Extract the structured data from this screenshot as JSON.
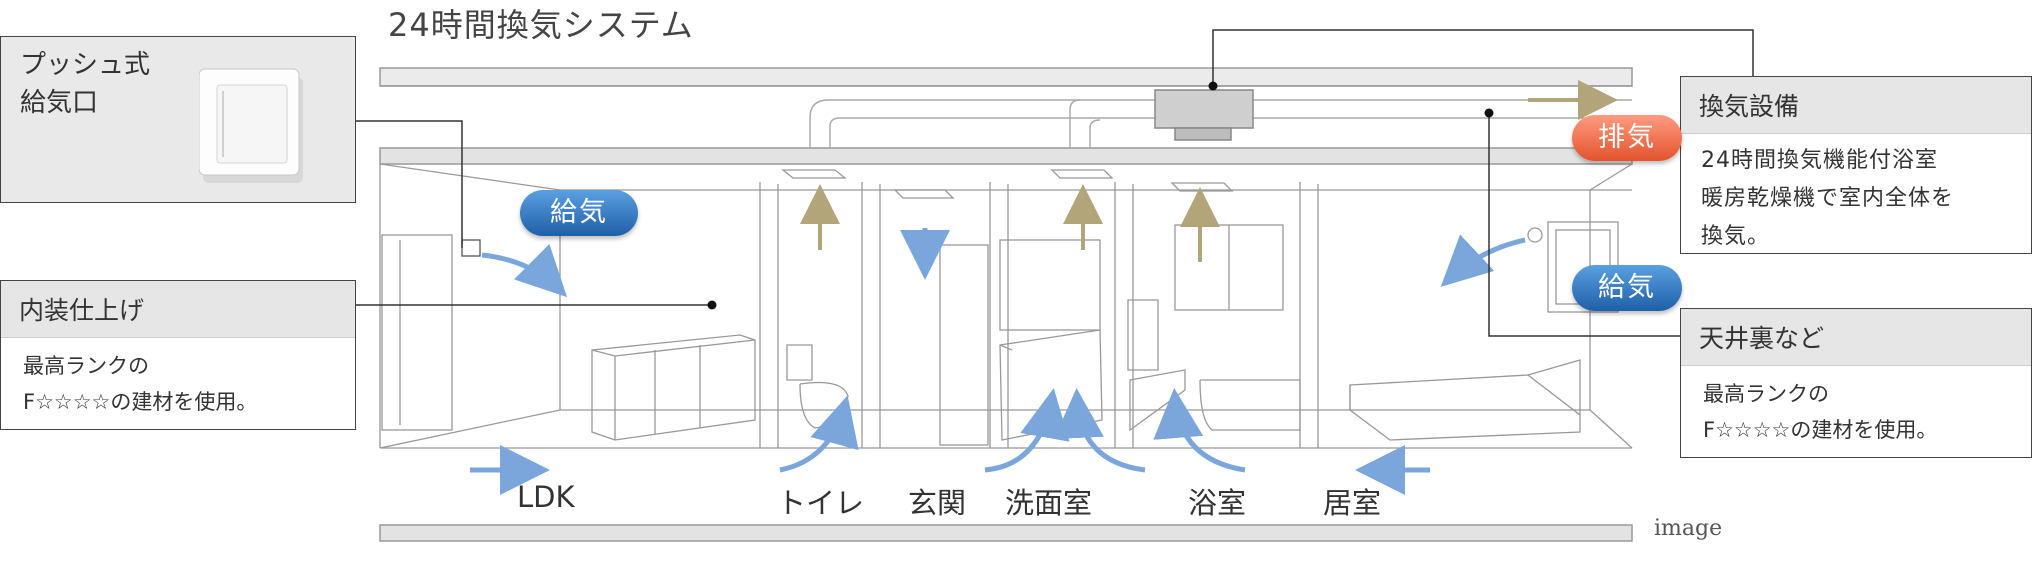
{
  "title": "24時間換気システム",
  "push_inlet": {
    "label": "プッシュ式\n給気口"
  },
  "interior_finish": {
    "heading": "内装仕上げ",
    "body_line1": "最高ランクの",
    "body_line2": "F☆☆☆☆の建材を使用。"
  },
  "ventilation_equipment": {
    "heading": "換気設備",
    "body_line1": "24時間換気機能付浴室",
    "body_line2": "暖房乾燥機で室内全体を",
    "body_line3": "換気。"
  },
  "ceiling_space": {
    "heading": "天井裏など",
    "body_line1": "最高ランクの",
    "body_line2": "F☆☆☆☆の建材を使用。"
  },
  "badges": {
    "supply_left": "給気",
    "exhaust": "排気",
    "supply_right": "給気"
  },
  "rooms": [
    "LDK",
    "トイレ",
    "玄関",
    "洗面室",
    "浴室",
    "居室"
  ],
  "image_note": "image",
  "colors": {
    "supply_blue": "#2f6fb5",
    "exhaust_orange": "#e8643f",
    "flow_arrow_blue": "#7aa6dc",
    "exhaust_arrow_khaki": "#b3a57a"
  }
}
